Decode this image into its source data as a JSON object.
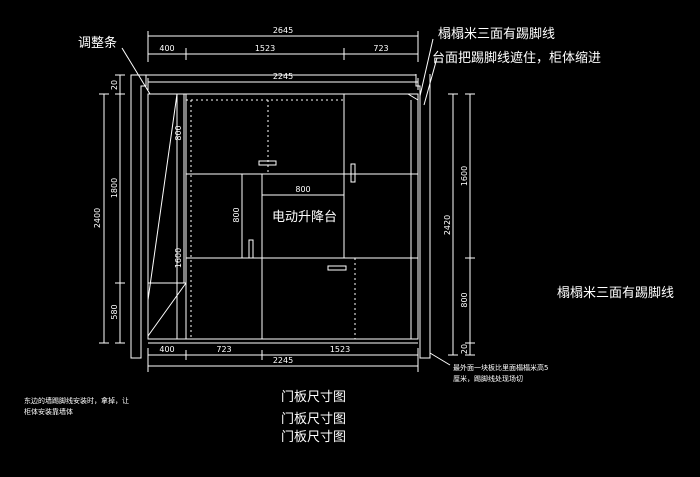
{
  "labels": {
    "top_left_strip": "调整条",
    "top_right_1": "榻榻米三面有踢脚线",
    "top_right_2": "台面把踢脚线遮住，柜体缩进",
    "center": "电动升降台",
    "right_side": "榻榻米三面有踢脚线"
  },
  "notes": {
    "left_line1": "东边的墙踢脚线安装时，拿掉，让",
    "left_line2": "柜体安装靠墙体",
    "right_line1": "最外面一块板比里面榻榻米高5",
    "right_line2": "厘米，踢脚线处现场切"
  },
  "titles": [
    "门板尺寸图",
    "门板尺寸图",
    "门板尺寸图"
  ],
  "dimensions": {
    "top_total": "2645",
    "top_parts": [
      "400",
      "1523",
      "723"
    ],
    "inner_top": "2245",
    "inner_mid": "800",
    "left_chain": [
      "20",
      "800",
      "1800",
      "1600",
      "580"
    ],
    "left_total": "2400",
    "left_inner_800": "800",
    "right_chain": [
      "1600",
      "800",
      "20"
    ],
    "right_total": "2420",
    "bottom_parts": [
      "400",
      "723",
      "1523"
    ],
    "bottom_total": "2245"
  }
}
